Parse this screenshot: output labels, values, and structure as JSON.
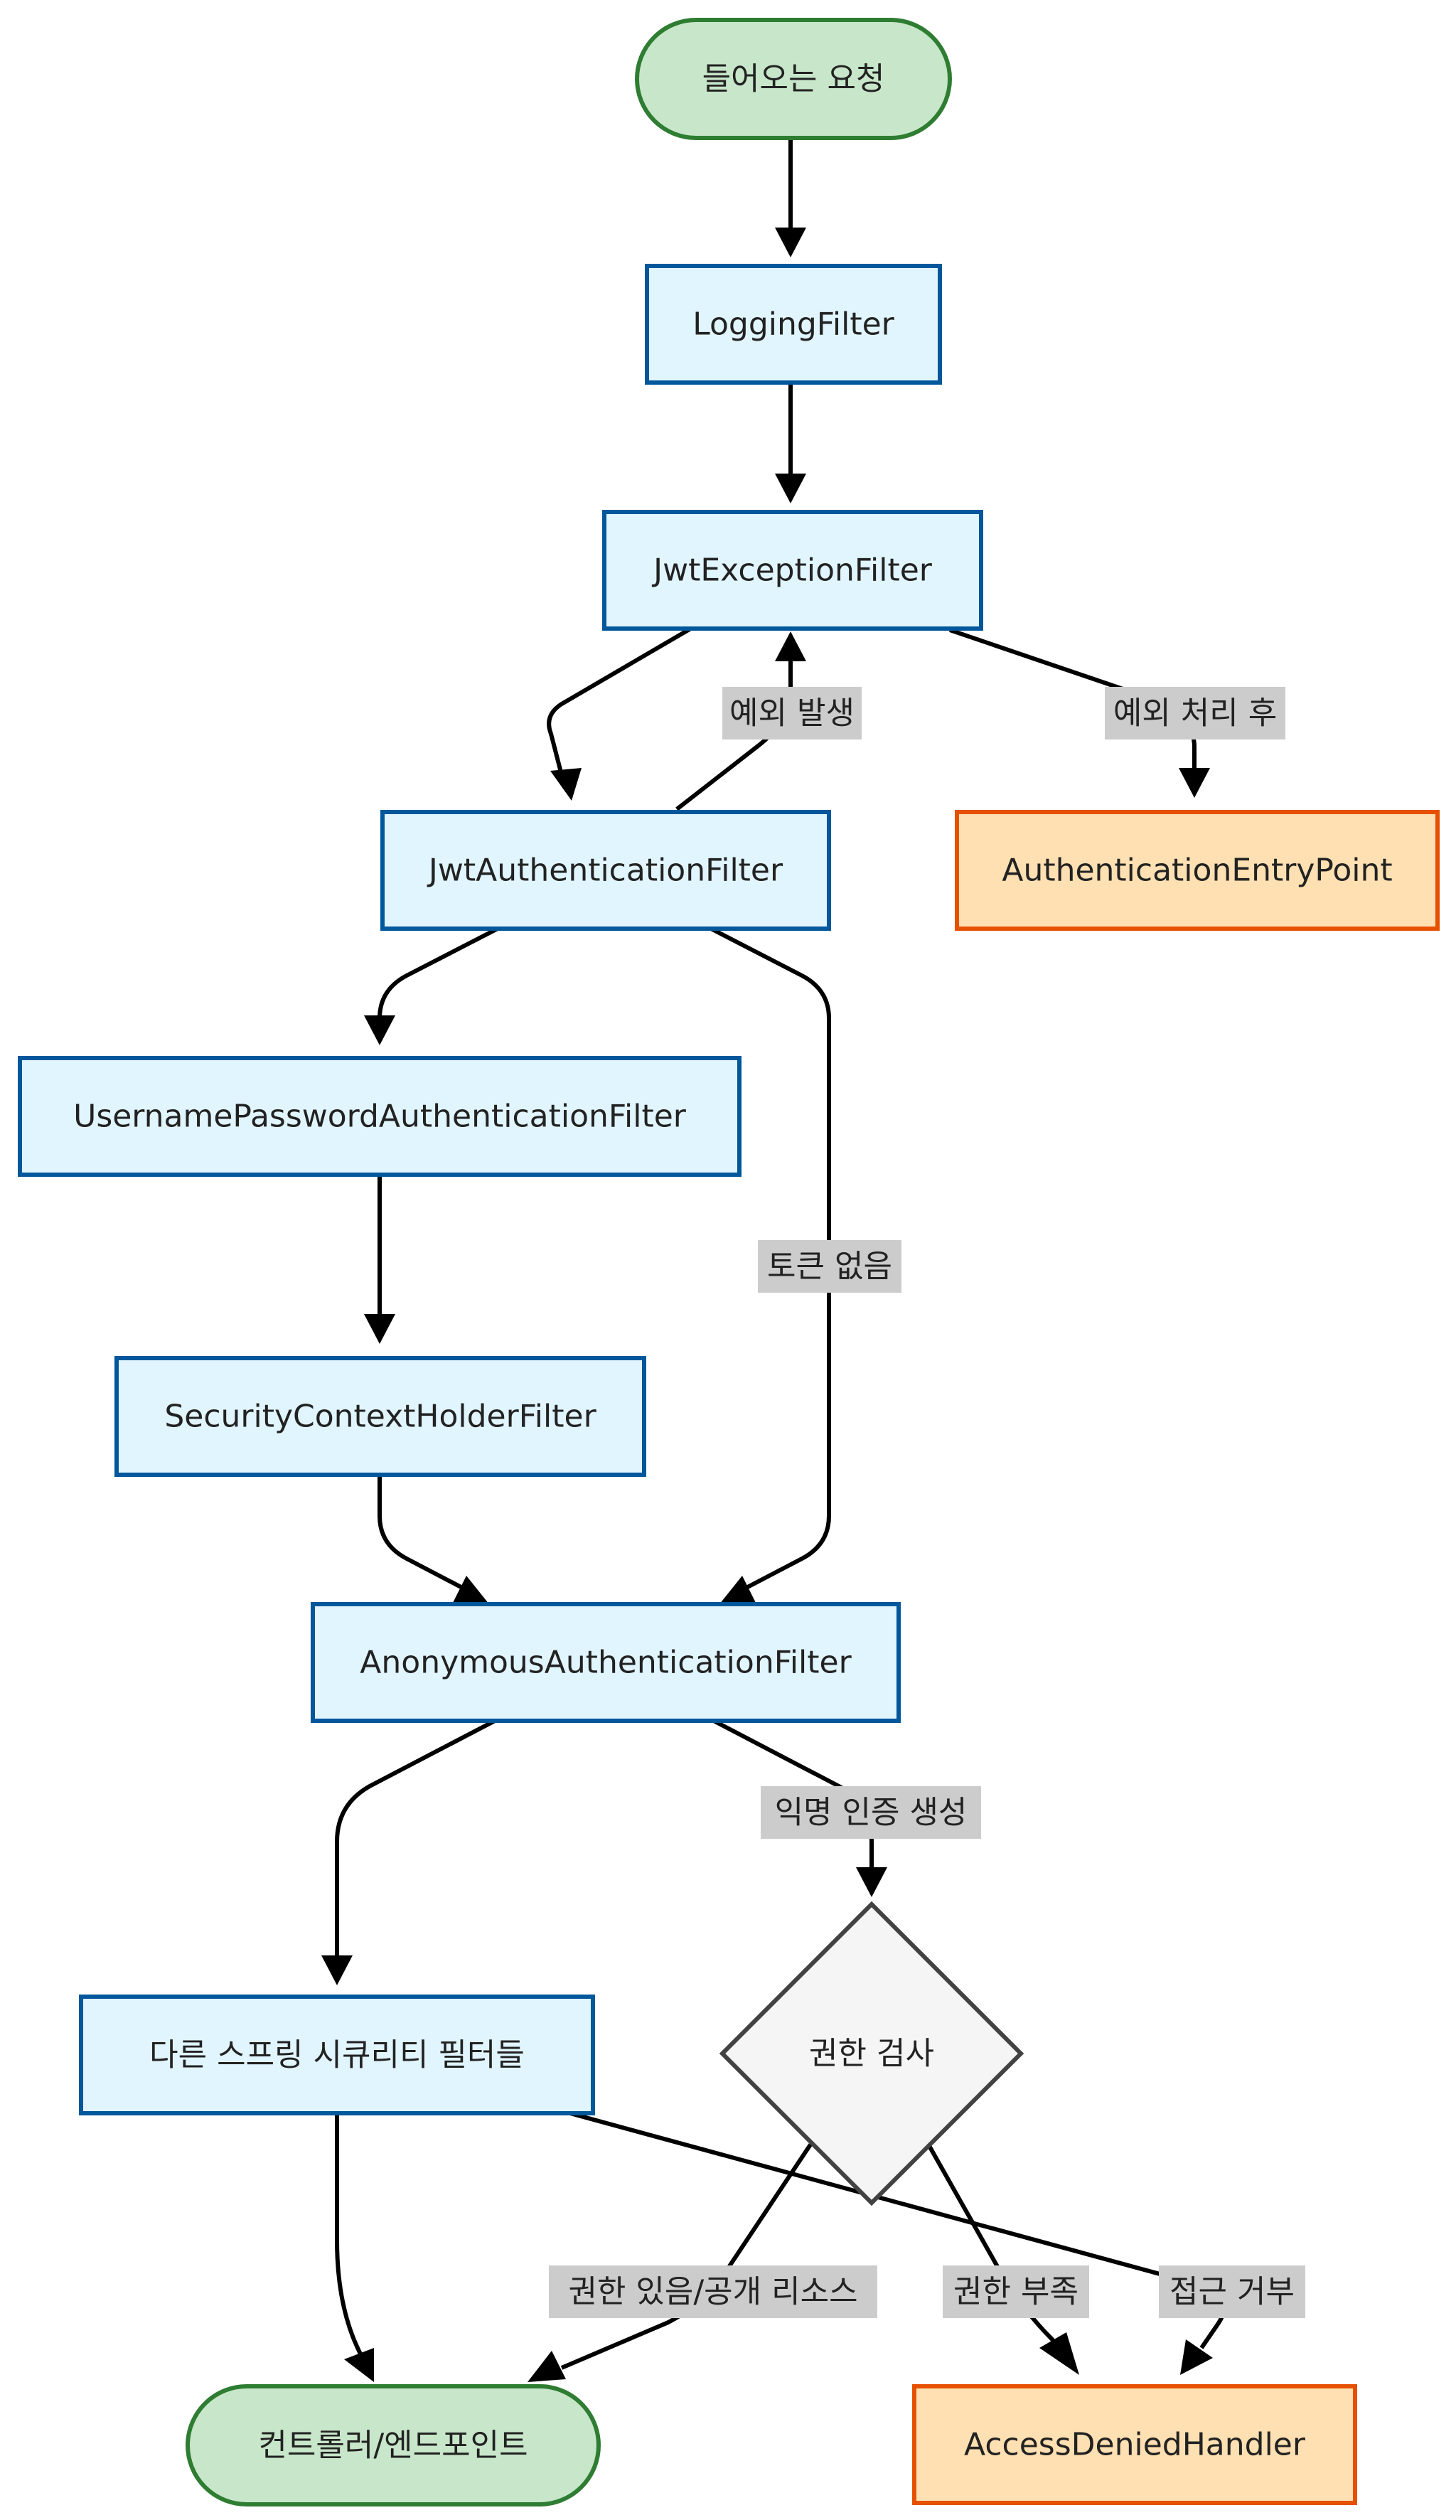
{
  "nodes": {
    "incoming_request": {
      "label": "들어오는 요청",
      "shape": "stadium",
      "style": "start"
    },
    "logging_filter": {
      "label": "LoggingFilter",
      "shape": "rect",
      "style": "filter"
    },
    "jwt_exception_filter": {
      "label": "JwtExceptionFilter",
      "shape": "rect",
      "style": "filter"
    },
    "jwt_authentication_filter": {
      "label": "JwtAuthenticationFilter",
      "shape": "rect",
      "style": "filter"
    },
    "authentication_entry_point": {
      "label": "AuthenticationEntryPoint",
      "shape": "rect",
      "style": "handler"
    },
    "username_password_filter": {
      "label": "UsernamePasswordAuthenticationFilter",
      "shape": "rect",
      "style": "filter"
    },
    "security_context_holder_filter": {
      "label": "SecurityContextHolderFilter",
      "shape": "rect",
      "style": "filter"
    },
    "anonymous_authentication_filter": {
      "label": "AnonymousAuthenticationFilter",
      "shape": "rect",
      "style": "filter"
    },
    "other_security_filters": {
      "label": "다른 스프링 시큐리티 필터들",
      "shape": "rect",
      "style": "filter"
    },
    "permission_check": {
      "label": "권한 검사",
      "shape": "diamond",
      "style": "decision"
    },
    "controller_endpoint": {
      "label": "컨트롤러/엔드포인트",
      "shape": "stadium",
      "style": "start"
    },
    "access_denied_handler": {
      "label": "AccessDeniedHandler",
      "shape": "rect",
      "style": "handler"
    }
  },
  "edge_labels": {
    "exception_thrown": "예외 발생",
    "after_exception_handling": "예외 처리 후",
    "no_token": "토큰 없음",
    "anonymous_auth_created": "익명 인증 생성",
    "has_permission_public": "권한 있음/공개 리소스",
    "insufficient_permission": "권한 부족",
    "access_denied": "접근 거부"
  },
  "colors": {
    "filter_fill": "#e1f5fe",
    "filter_stroke": "#01579b",
    "handler_fill": "#ffe0b2",
    "handler_stroke": "#e65100",
    "start_fill": "#c8e6c9",
    "start_stroke": "#2e7d32",
    "decision_fill": "#f5f5f5",
    "decision_stroke": "#424242",
    "edge": "#000000",
    "edge_label_bg": "#cccccc"
  }
}
